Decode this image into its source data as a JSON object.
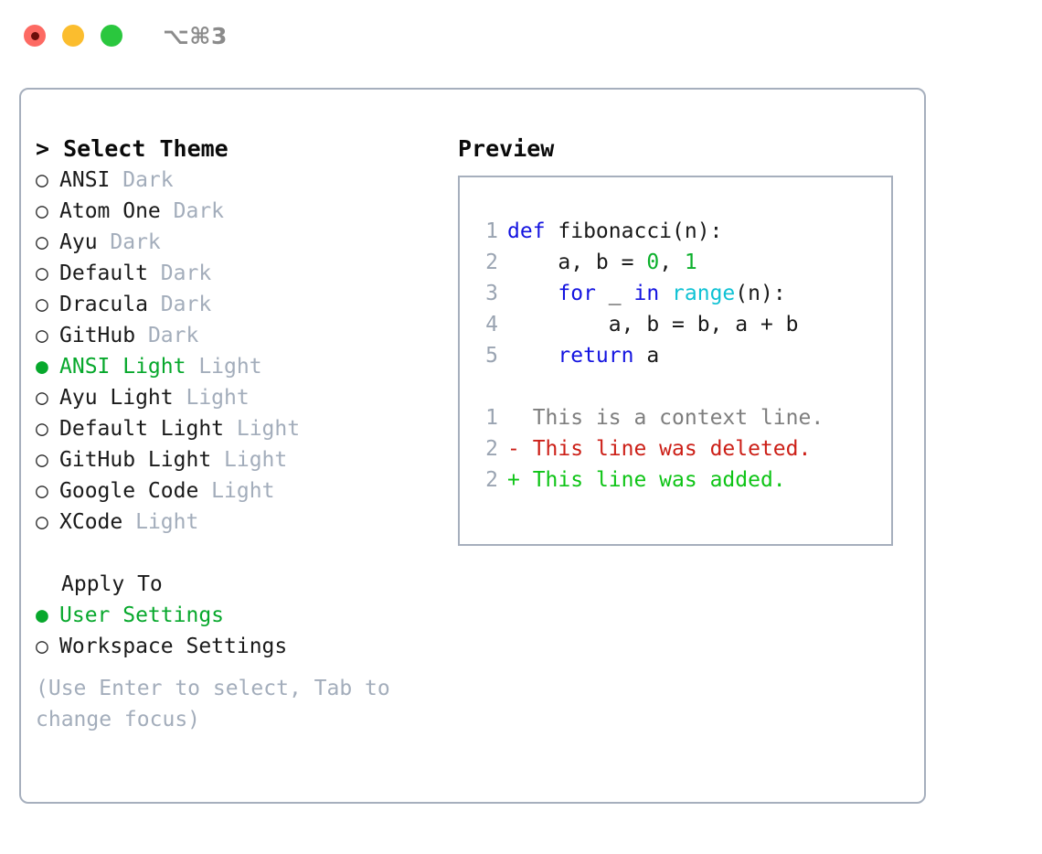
{
  "window": {
    "title": "⌥⌘3",
    "traffic_lights": [
      "close",
      "minimize",
      "maximize"
    ],
    "accent_green": "#07a82c",
    "border_color": "#a6afbd",
    "muted_color": "#a3adbb"
  },
  "left_panel": {
    "heading": "> Select Theme",
    "themes": [
      {
        "bullet": "○",
        "name": "ANSI",
        "suffix": "Dark",
        "selected": false
      },
      {
        "bullet": "○",
        "name": "Atom One",
        "suffix": "Dark",
        "selected": false
      },
      {
        "bullet": "○",
        "name": "Ayu",
        "suffix": "Dark",
        "selected": false
      },
      {
        "bullet": "○",
        "name": "Default",
        "suffix": "Dark",
        "selected": false
      },
      {
        "bullet": "○",
        "name": "Dracula",
        "suffix": "Dark",
        "selected": false
      },
      {
        "bullet": "○",
        "name": "GitHub",
        "suffix": "Dark",
        "selected": false
      },
      {
        "bullet": "●",
        "name": "ANSI Light",
        "suffix": "Light",
        "selected": true
      },
      {
        "bullet": "○",
        "name": "Ayu Light",
        "suffix": "Light",
        "selected": false
      },
      {
        "bullet": "○",
        "name": "Default Light",
        "suffix": "Light",
        "selected": false
      },
      {
        "bullet": "○",
        "name": "GitHub Light",
        "suffix": "Light",
        "selected": false
      },
      {
        "bullet": "○",
        "name": "Google Code",
        "suffix": "Light",
        "selected": false
      },
      {
        "bullet": "○",
        "name": "XCode",
        "suffix": "Light",
        "selected": false
      }
    ],
    "apply_to": {
      "heading": "Apply To",
      "options": [
        {
          "bullet": "●",
          "name": "User Settings",
          "selected": true
        },
        {
          "bullet": "○",
          "name": "Workspace Settings",
          "selected": false
        }
      ]
    },
    "hint": "(Use Enter to select, Tab to change focus)"
  },
  "right_panel": {
    "heading": "Preview",
    "code_lines": [
      {
        "number": "1",
        "tokens": [
          {
            "text": "def ",
            "type": "kw"
          },
          {
            "text": "fibonacci(n):",
            "type": "pln"
          }
        ]
      },
      {
        "number": "2",
        "tokens": [
          {
            "text": "    a, b = ",
            "type": "pln"
          },
          {
            "text": "0",
            "type": "num"
          },
          {
            "text": ", ",
            "type": "pln"
          },
          {
            "text": "1",
            "type": "num"
          }
        ]
      },
      {
        "number": "3",
        "tokens": [
          {
            "text": "    ",
            "type": "pln"
          },
          {
            "text": "for",
            "type": "kw"
          },
          {
            "text": " _ ",
            "type": "pln"
          },
          {
            "text": "in",
            "type": "kw"
          },
          {
            "text": " ",
            "type": "pln"
          },
          {
            "text": "range",
            "type": "fn"
          },
          {
            "text": "(n):",
            "type": "pln"
          }
        ]
      },
      {
        "number": "4",
        "tokens": [
          {
            "text": "        a, b = b, a + b",
            "type": "pln"
          }
        ]
      },
      {
        "number": "5",
        "tokens": [
          {
            "text": "    ",
            "type": "pln"
          },
          {
            "text": "return",
            "type": "kw"
          },
          {
            "text": " a",
            "type": "pln"
          }
        ]
      }
    ],
    "diff_lines": [
      {
        "number": "1",
        "marker": "  ",
        "text": "This is a context line.",
        "type": "ctx"
      },
      {
        "number": "2",
        "marker": "- ",
        "text": "This line was deleted.",
        "type": "del"
      },
      {
        "number": "2",
        "marker": "+ ",
        "text": "This line was added.",
        "type": "add"
      }
    ]
  }
}
